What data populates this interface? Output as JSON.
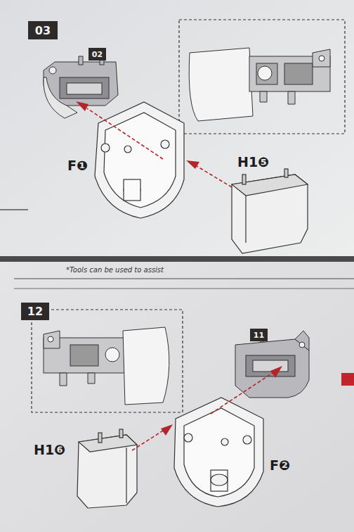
{
  "diagram": {
    "nodes": [
      {
        "text": [
          "03"
        ]
      },
      {
        "text": [
          "02"
        ]
      },
      {
        "text": [
          "12"
        ]
      },
      {
        "text": [
          "11"
        ]
      }
    ],
    "labels": [
      "F❶",
      "H1❺",
      "*Tools can be used to assist",
      "H1❻",
      "F❷"
    ]
  }
}
